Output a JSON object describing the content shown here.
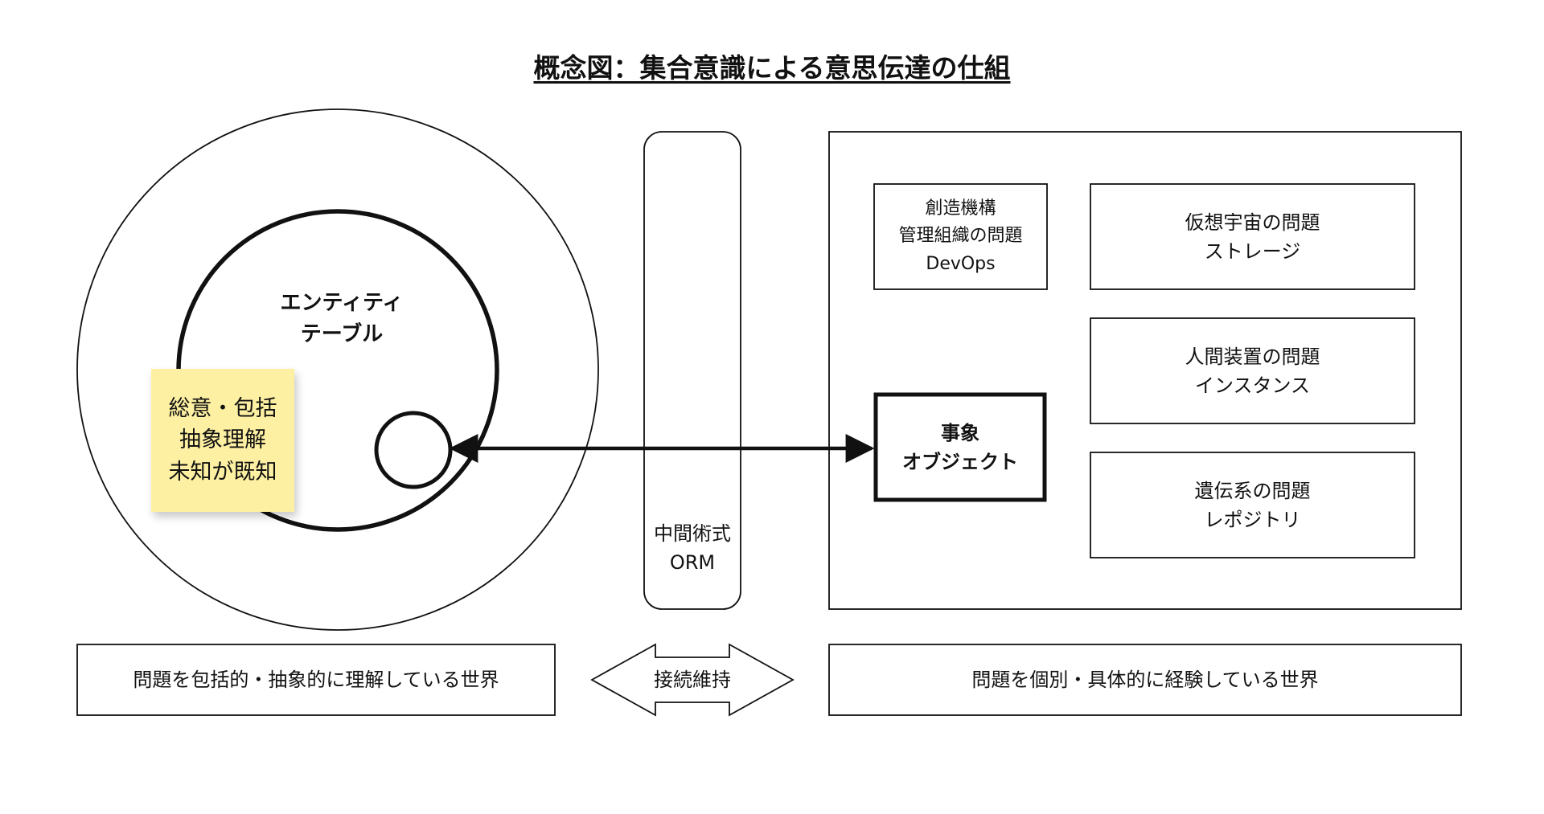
{
  "title": "概念図：集合意識による意思伝達の仕組",
  "left_world": {
    "inner_circle_label": [
      "エンティティ",
      "テーブル"
    ],
    "sticky_note": [
      "総意・包括",
      "抽象理解",
      "未知が既知"
    ],
    "bottom_label": "問題を包括的・抽象的に理解している世界"
  },
  "middle": {
    "pillar_label": [
      "中間術式",
      "ORM"
    ],
    "connection_label": "接続維持"
  },
  "right_world": {
    "core_box": [
      "事象",
      "オブジェクト"
    ],
    "box_devops": [
      "創造機構",
      "管理組織の問題",
      "DevOps"
    ],
    "box_storage": [
      "仮想宇宙の問題",
      "ストレージ"
    ],
    "box_instance": [
      "人間装置の問題",
      "インスタンス"
    ],
    "box_repository": [
      "遺伝系の問題",
      "レポジトリ"
    ],
    "bottom_label": "問題を個別・具体的に経験している世界"
  }
}
